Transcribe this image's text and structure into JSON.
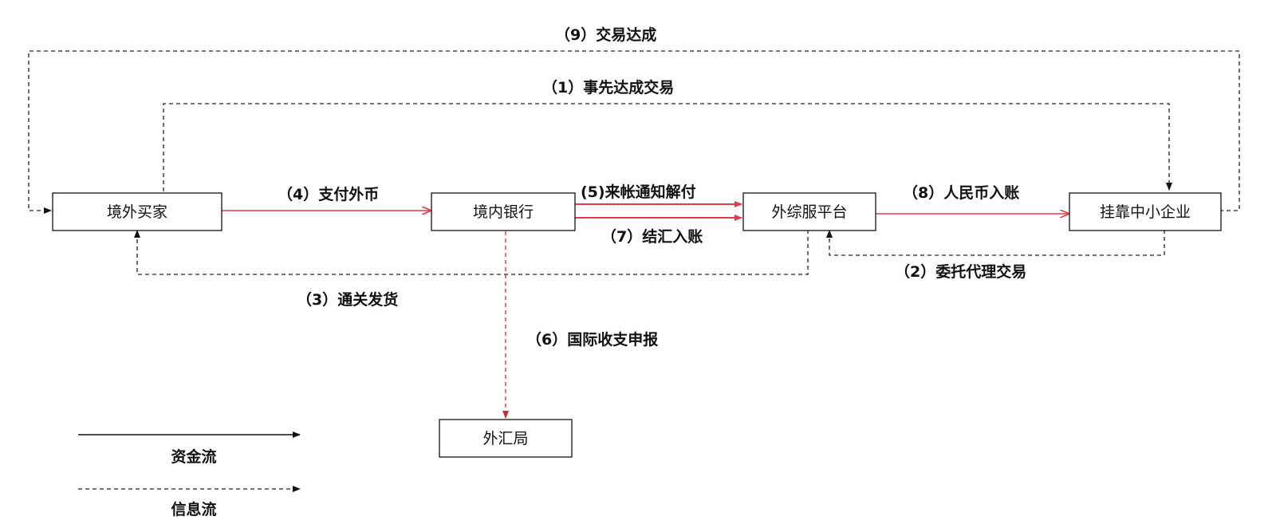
{
  "colors": {
    "money_flow": "#e63946",
    "info_flow": "#222222",
    "box_border": "#111111",
    "info_red": "#d62828"
  },
  "nodes": {
    "buyer": "境外买家",
    "bank": "境内银行",
    "platform": "外综服平台",
    "sme": "挂靠中小企业",
    "safe": "外汇局"
  },
  "edges": {
    "e9": "（9）交易达成",
    "e1": "（1）事先达成交易",
    "e4": "（4）支付外币",
    "e5": "(5)来帐通知解付",
    "e7": "（7）结汇入账",
    "e8": "（8）人民币入账",
    "e2": "（2）委托代理交易",
    "e3": "（3）通关发货",
    "e6": "（6）国际收支申报"
  },
  "legend": {
    "money": "资金流",
    "info": "信息流"
  }
}
